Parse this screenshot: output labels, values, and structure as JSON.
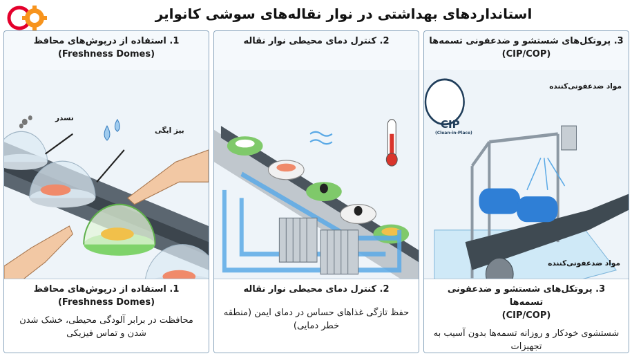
{
  "header": {
    "title": "استانداردهای بهداشتی در نوار نقاله‌های سوشی کانوایر"
  },
  "logo": {
    "icon": "gear-logo-icon",
    "colors": [
      "#e4002b",
      "#f7941d"
    ]
  },
  "panels": [
    {
      "title": "1. استفاده از درپوش‌های محافظ",
      "subtitle": "(Freshness Domes)",
      "labels": {
        "dust": "تسدر",
        "hygiene": "بیز ایگی"
      },
      "footer_title": "1. استفاده از درپوش‌های محافظ",
      "footer_subtitle": "(Freshness Domes)",
      "footer_desc": "محافظت در برابر آلودگی محیطی، خشک شدن شدن و تماس فیزیکی"
    },
    {
      "title": "2. کنترل دمای محیطی نوار نقاله",
      "footer_title": "2. کنترل دمای محیطی نوار نقاله",
      "footer_desc": "حفظ تازگی غذاهای حساس در دمای ایمن (منطقه خطر دمایی)"
    },
    {
      "title": "3. پروتکل‌های شستشو و ضدعفونی تسمه‌ها",
      "subtitle": "(CIP/COP)",
      "labels": {
        "cip": "CIP",
        "cip_sub": "(Clean-in-Place)",
        "disinfectant_top": "مواد ضدعفونی‌کننده",
        "disinfectant_bottom": "مواد ضدعفونی‌کننده"
      },
      "footer_title": "3. پروتکل‌های شستشو و ضدعفونی تسمه‌ها",
      "footer_subtitle": "(CIP/COP)",
      "footer_desc": "شستشوی خودکار و روزانه تسمه‌ها بدون آسیب به تجهیزات"
    }
  ],
  "colors": {
    "border": "#8aa5bd",
    "pipe": "#5aa9e6",
    "brush": "#2f7fd6",
    "water": "#cfe9f7",
    "thermo_red": "#d9342b",
    "thermo_blue": "#3a8fd8"
  }
}
